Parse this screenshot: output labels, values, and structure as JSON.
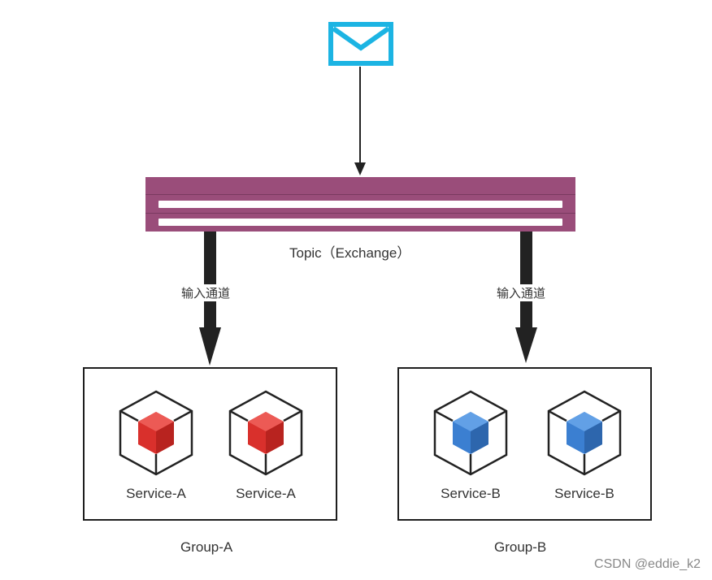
{
  "exchange": {
    "label": "Topic（Exchange）"
  },
  "channels": [
    {
      "label": "输入通道"
    },
    {
      "label": "输入通道"
    }
  ],
  "groups": [
    {
      "name": "Group-A",
      "services": [
        "Service-A",
        "Service-A"
      ],
      "color": "#d9302c"
    },
    {
      "name": "Group-B",
      "services": [
        "Service-B",
        "Service-B"
      ],
      "color": "#3b7fd1"
    }
  ],
  "colors": {
    "mail": "#1cb4e3",
    "exchange": "#9a4d7a"
  },
  "icons": {
    "message": "envelope-icon",
    "service": "cube-icon"
  },
  "watermark": "CSDN @eddie_k2"
}
